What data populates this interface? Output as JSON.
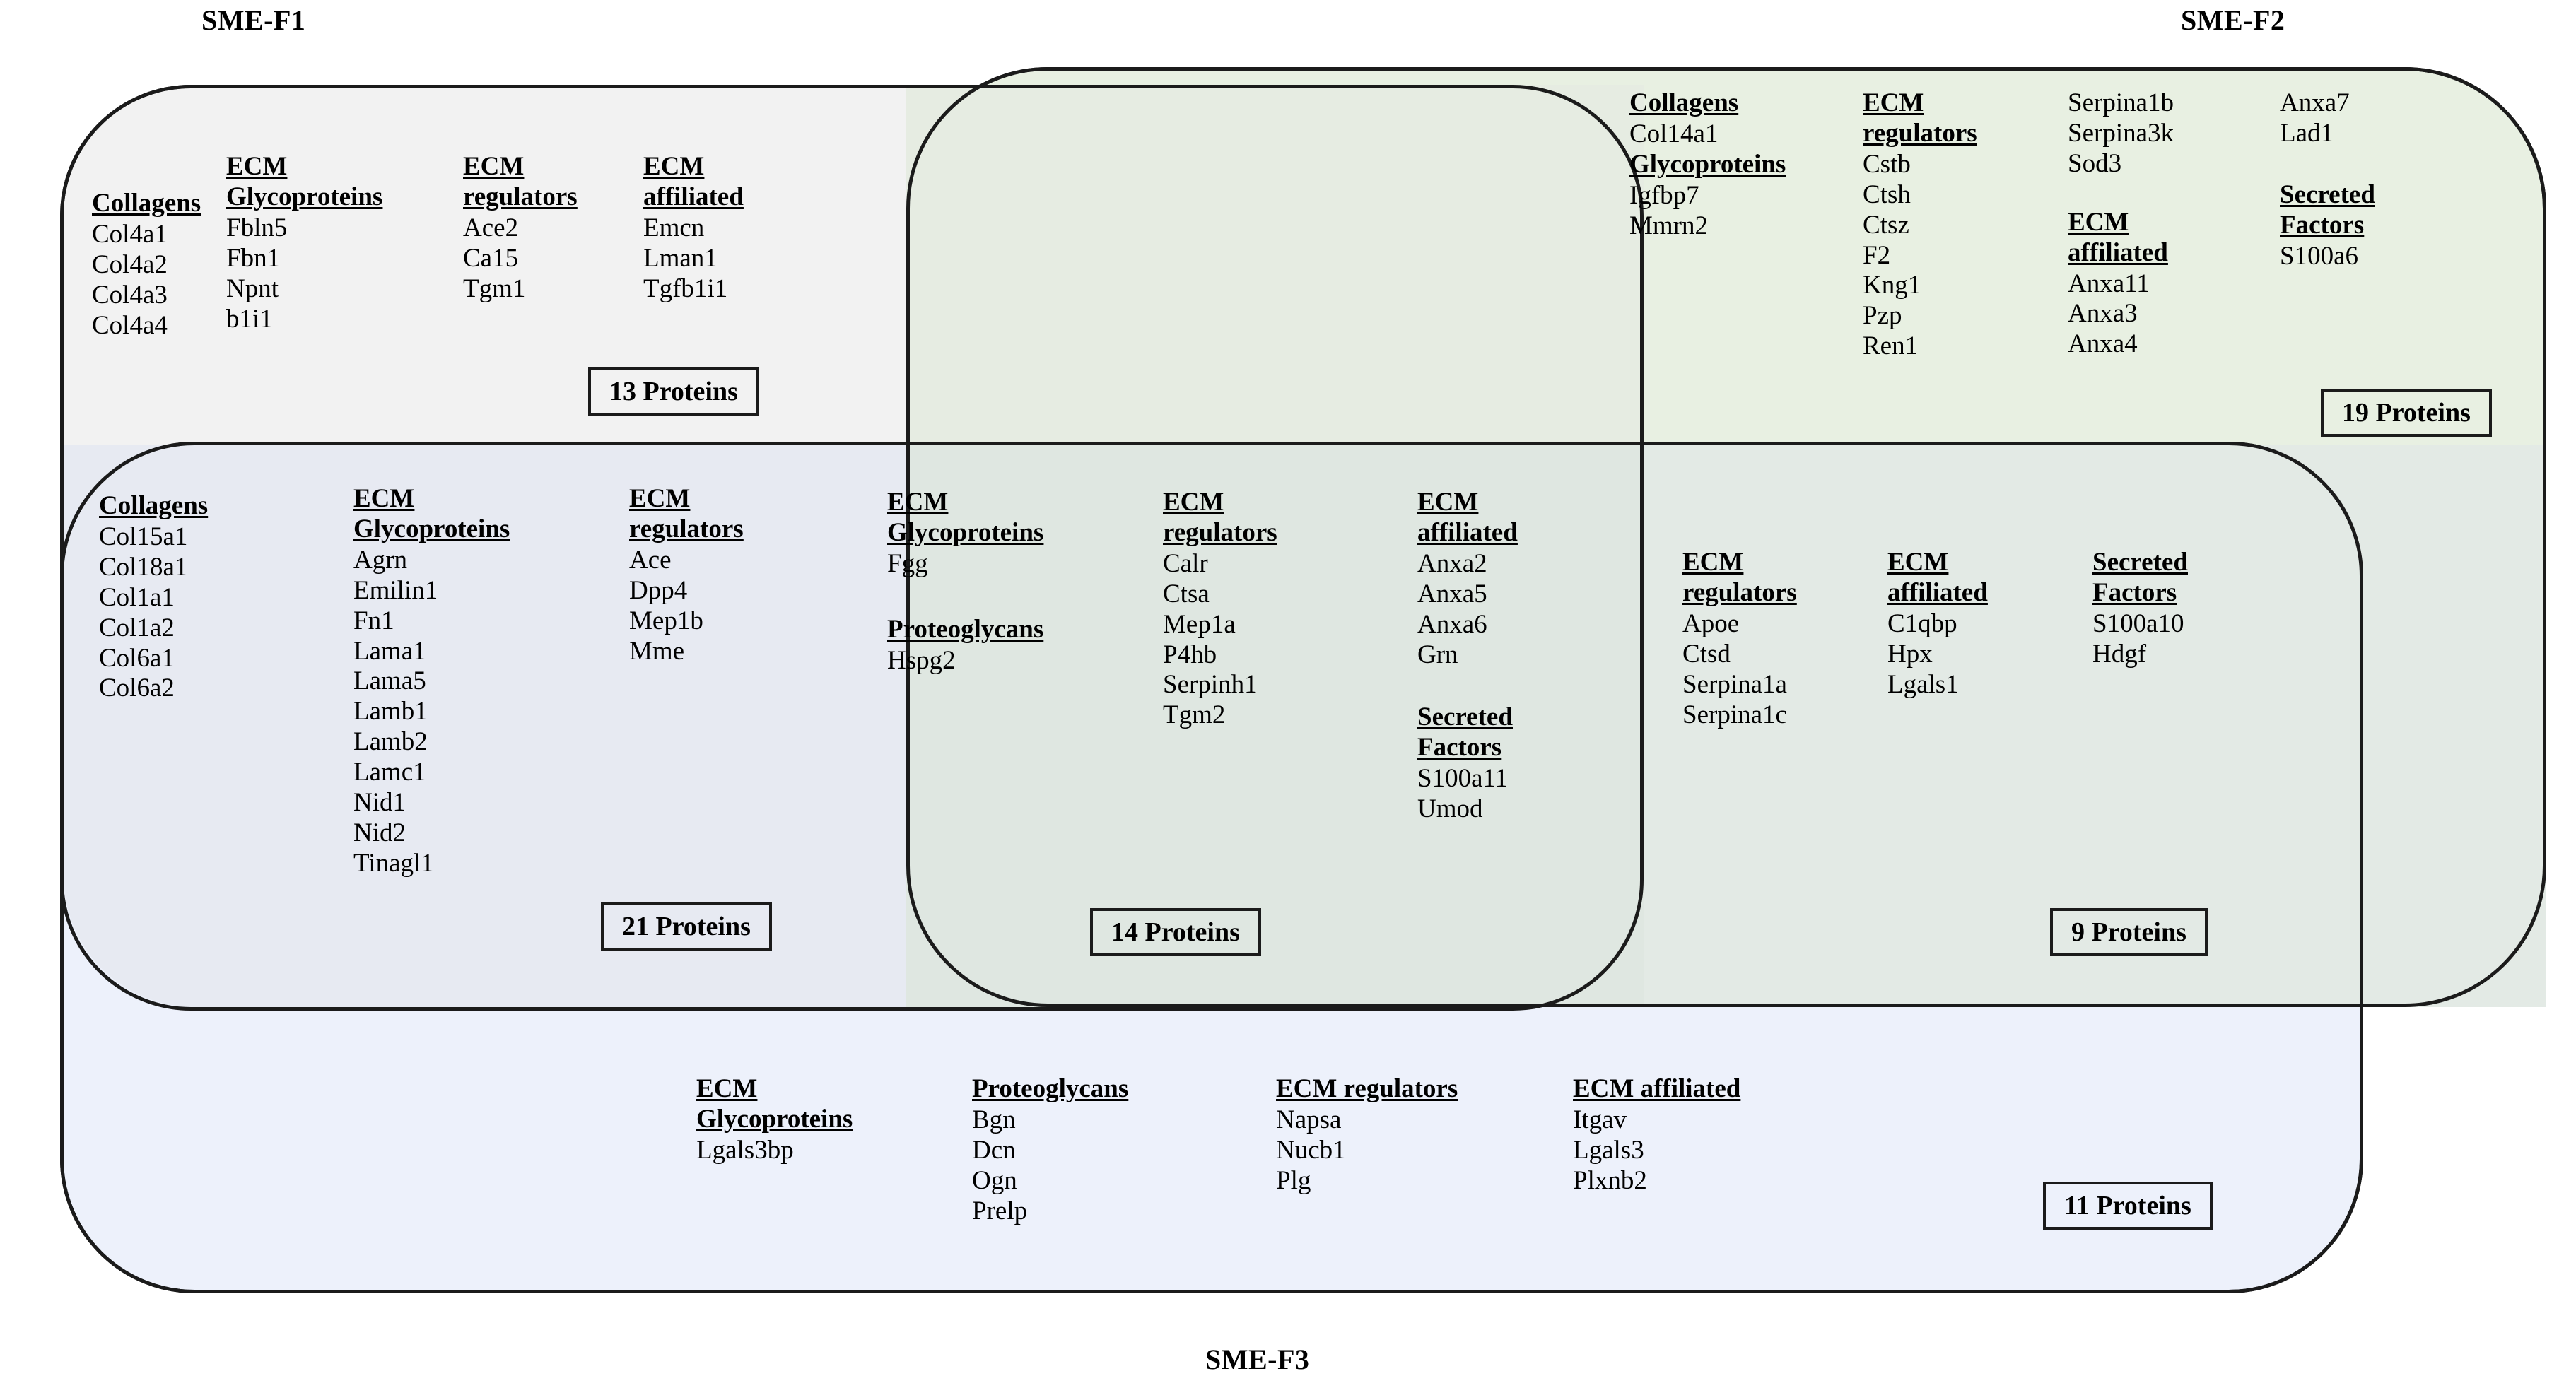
{
  "colors": {
    "set_f1_fill": "#f2f2f2",
    "set_f2_fill": "#e8f0e2",
    "set_f3_fill": "#edf1fb",
    "overlap_f1_f2": "#e6ece2",
    "overlap_f1_f3": "#e7eaf2",
    "overlap_f2_f3": "#e3eae5",
    "overlap_all": "#dfe7e1",
    "stroke": "#1b1b1b"
  },
  "set_labels": {
    "f1": "SME-F1",
    "f2": "SME-F2",
    "f3": "SME-F3"
  },
  "regions": {
    "f1_only": {
      "count_label": "13 Proteins",
      "columns": [
        {
          "heading": "Collagens",
          "items": [
            "Col4a1",
            "Col4a2",
            "Col4a3",
            "Col4a4"
          ]
        },
        {
          "heading": "ECM Glycoproteins",
          "items": [
            "Fbln5",
            "Fbn1",
            "Npnt",
            "b1i1"
          ]
        },
        {
          "heading": "ECM regulators",
          "items": [
            "Ace2",
            "Ca15",
            "Tgm1"
          ]
        },
        {
          "heading": "ECM affiliated",
          "items": [
            "Emcn",
            "Lman1",
            "Tgfb1i1"
          ]
        }
      ]
    },
    "f2_only": {
      "count_label": "19 Proteins",
      "columns": [
        {
          "heading": "Collagens",
          "items": [
            "Col14a1"
          ],
          "heading2": "Glycoproteins",
          "items2": [
            "Igfbp7",
            "Mmrn2"
          ]
        },
        {
          "heading": "ECM regulators",
          "items": [
            "Cstb",
            "Ctsh",
            "Ctsz",
            "F2",
            "Kng1",
            "Pzp",
            "Ren1"
          ]
        },
        {
          "heading": "",
          "items": [
            "Serpina1b",
            "Serpina3k",
            "Sod3"
          ],
          "heading2": "ECM affiliated",
          "items2": [
            "Anxa11",
            "Anxa3",
            "Anxa4"
          ]
        },
        {
          "heading": "",
          "items": [
            "Anxa7",
            "Lad1"
          ],
          "heading2": "Secreted Factors",
          "items2": [
            "S100a6"
          ]
        }
      ]
    },
    "f1_f3": {
      "count_label": "21 Proteins",
      "columns": [
        {
          "heading": "Collagens",
          "items": [
            "Col15a1",
            "Col18a1",
            "Col1a1",
            "Col1a2",
            "Col6a1",
            "Col6a2"
          ]
        },
        {
          "heading": "ECM Glycoproteins",
          "items": [
            "Agrn",
            "Emilin1",
            "Fn1",
            "Lama1",
            "Lama5",
            "Lamb1",
            "Lamb2",
            "Lamc1",
            "Nid1",
            "Nid2",
            "Tinagl1"
          ]
        },
        {
          "heading": "ECM regulators",
          "items": [
            "Ace",
            "Dpp4",
            "Mep1b",
            "Mme"
          ]
        }
      ]
    },
    "all_three": {
      "count_label": "14 Proteins",
      "columns": [
        {
          "heading": "ECM Glycoproteins",
          "items": [
            "Fgg"
          ],
          "heading2": "Proteoglycans",
          "items2": [
            "Hspg2"
          ]
        },
        {
          "heading": "ECM regulators",
          "items": [
            "Calr",
            "Ctsa",
            "Mep1a",
            "P4hb",
            "Serpinh1",
            "Tgm2"
          ]
        },
        {
          "heading": "ECM affiliated",
          "items": [
            "Anxa2",
            "Anxa5",
            "Anxa6",
            "Grn"
          ],
          "heading2": "Secreted Factors",
          "items2": [
            "S100a11",
            "Umod"
          ]
        }
      ]
    },
    "f2_f3": {
      "count_label": "9 Proteins",
      "columns": [
        {
          "heading": "ECM regulators",
          "items": [
            "Apoe",
            "Ctsd",
            "Serpina1a",
            "Serpina1c"
          ]
        },
        {
          "heading": "ECM affiliated",
          "items": [
            "C1qbp",
            "Hpx",
            "Lgals1"
          ]
        },
        {
          "heading": "Secreted Factors",
          "items": [
            "S100a10",
            "Hdgf"
          ]
        }
      ]
    },
    "f3_only": {
      "count_label": "11 Proteins",
      "columns": [
        {
          "heading": "ECM Glycoproteins",
          "items": [
            "Lgals3bp"
          ]
        },
        {
          "heading": "Proteoglycans",
          "items": [
            "Bgn",
            "Dcn",
            "Ogn",
            "Prelp"
          ]
        },
        {
          "heading": "ECM regulators",
          "items": [
            "Napsa",
            "Nucb1",
            "Plg"
          ]
        },
        {
          "heading": "ECM affiliated",
          "items": [
            "Itgav",
            "Lgals3",
            "Plxnb2"
          ]
        }
      ]
    }
  }
}
